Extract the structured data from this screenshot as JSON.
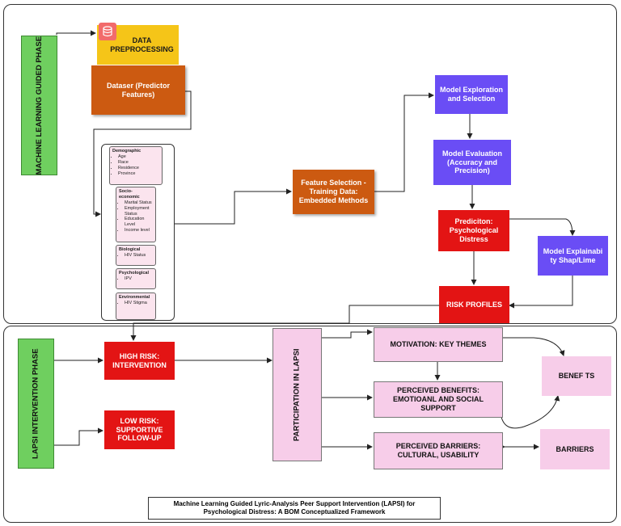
{
  "phase1": {
    "label": "MACHINE LEARNING GUIDED PHASE",
    "data_preprocessing": "DATA PREPROCESSING",
    "dataset": "Dataser (Predictor Features)",
    "predictors": {
      "demographic": {
        "title": "Demographic",
        "items": [
          "Age",
          "Race",
          "Residence",
          "Province"
        ]
      },
      "socio_economic": {
        "title": "Socio-economic",
        "items": [
          "Marital Status",
          "Employment Status",
          "Education Level",
          "Income level"
        ]
      },
      "biological": {
        "title": "Biological",
        "items": [
          "HIV Status"
        ]
      },
      "psychological": {
        "title": "Psychological",
        "items": [
          "IPV"
        ]
      },
      "environmental": {
        "title": "Environmental",
        "items": [
          "HIV Stigma"
        ]
      }
    },
    "feature_selection": "Feature Selection - Training Data: Embedded Methods",
    "model_exploration": "Model Exploration and Selection",
    "model_evaluation": "Model Evaluation (Accuracy and Precision)",
    "prediction": "Prediciton: Psychological Distress",
    "explainability": "Model Explainabi ty Shap/Lime",
    "risk_profiles": "RISK PROFILES"
  },
  "phase2": {
    "label": "LAPSI INTERVENTION PHASE",
    "high_risk": "HIGH RISK: INTERVENTION",
    "low_risk": "LOW RISK: SUPPORTIVE FOLLOW-UP",
    "participation": "PARTICIPATION IN LAPSI",
    "motivation": "MOTIVATION: KEY THEMES",
    "benefits_perceived": "PERCEIVED BENEFITS: EMOTIOANL AND SOCIAL SUPPORT",
    "barriers_perceived": "PERCEIVED BARRIERS: CULTURAL, USABILITY",
    "benefits": "BENEF TS",
    "barriers": "BARRIERS"
  },
  "caption": {
    "line1": "Machine Learning Guided Lyric-Analysis Peer Support Intervention (LAPSI) for",
    "line2": "Psychological Distress: A BOM Conceptualized Framework"
  },
  "icons": {
    "preprocessing_icon": "database-icon"
  }
}
